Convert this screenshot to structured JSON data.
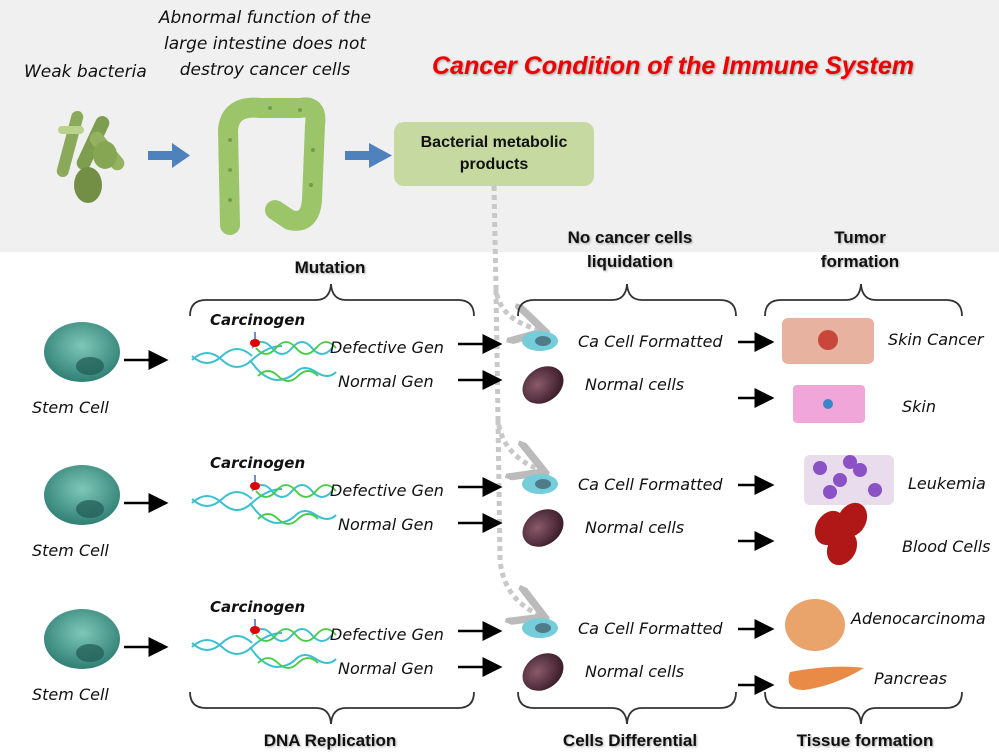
{
  "header": {
    "title": "Cancer Condition of the Immune System",
    "weak_bacteria": "Weak bacteria",
    "intestine_note": "Abnormal function of the large intestine does not destroy cancer cells",
    "intestine_note_lines": [
      "Abnormal function of the",
      "large intestine does not",
      "destroy cancer cells"
    ],
    "metabolic_box": [
      "Bacterial metabolic",
      "products"
    ]
  },
  "stages": {
    "mutation": "Mutation",
    "no_cancer_liquidation": [
      "No cancer cells",
      "liquidation"
    ],
    "tumor_formation": [
      "Tumor",
      "formation"
    ],
    "dna_replication": "DNA Replication",
    "cells_differential": "Cells Differential",
    "tissue_formation": "Tissue formation"
  },
  "rows": [
    {
      "stem_cell": "Stem Cell",
      "carcinogen": "Carcinogen",
      "defective": "Defective Gen",
      "normal": "Normal Gen",
      "ca_cell": "Ca Cell Formatted",
      "normal_cells": "Normal cells",
      "cancer_tissue": "Skin Cancer",
      "normal_tissue": "Skin"
    },
    {
      "stem_cell": "Stem Cell",
      "carcinogen": "Carcinogen",
      "defective": "Defective Gen",
      "normal": "Normal Gen",
      "ca_cell": "Ca Cell Formatted",
      "normal_cells": "Normal cells",
      "cancer_tissue": "Leukemia",
      "normal_tissue": "Blood Cells"
    },
    {
      "stem_cell": "Stem Cell",
      "carcinogen": "Carcinogen",
      "defective": "Defective Gen",
      "normal": "Normal Gen",
      "ca_cell": "Ca Cell Formatted",
      "normal_cells": "Normal cells",
      "cancer_tissue": "Adenocarcinoma",
      "normal_tissue": "Pancreas"
    }
  ],
  "colors": {
    "title_red": "#ee0000",
    "arrow_blue": "#4f81bd",
    "box_green": "#c6d9a0",
    "panel_gray": "#f0f0f0"
  }
}
